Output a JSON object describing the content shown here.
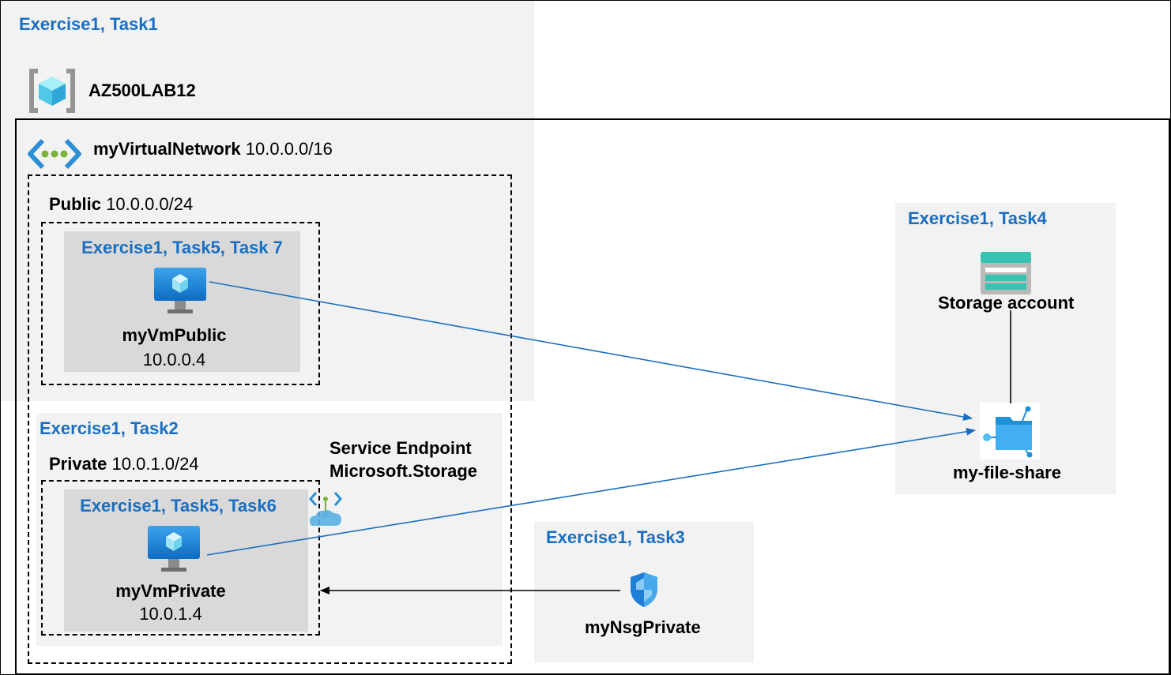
{
  "exercise1_task1": {
    "label": "Exercise1, Task1"
  },
  "resource_group": {
    "name": "AZ500LAB12"
  },
  "vnet": {
    "name": "myVirtualNetwork",
    "cidr": "10.0.0.0/16"
  },
  "public_subnet": {
    "name": "Public",
    "cidr": "10.0.0.0/24"
  },
  "vm_public": {
    "task": "Exercise1, Task5, Task 7",
    "name": "myVmPublic",
    "ip": "10.0.0.4"
  },
  "exercise1_task2": {
    "label": "Exercise1, Task2"
  },
  "private_subnet": {
    "name": "Private",
    "cidr": "10.0.1.0/24"
  },
  "service_endpoint": {
    "line1": "Service Endpoint",
    "line2": "Microsoft.Storage"
  },
  "vm_private": {
    "task": "Exercise1, Task5, Task6",
    "name": "myVmPrivate",
    "ip": "10.0.1.4"
  },
  "nsg": {
    "task": "Exercise1, Task3",
    "name": "myNsgPrivate"
  },
  "storage": {
    "task": "Exercise1, Task4",
    "account_label": "Storage account",
    "share_label": "my-file-share"
  },
  "colors": {
    "task_text": "#1a6fc0",
    "arrow": "#1a6fc0",
    "panel": "#f2f2f2",
    "vm_panel": "#d9d9d9"
  },
  "icons": [
    "resource-group-icon",
    "virtual-network-icon",
    "vm-icon",
    "service-endpoint-icon",
    "nsg-shield-icon",
    "storage-account-icon",
    "file-share-icon"
  ]
}
